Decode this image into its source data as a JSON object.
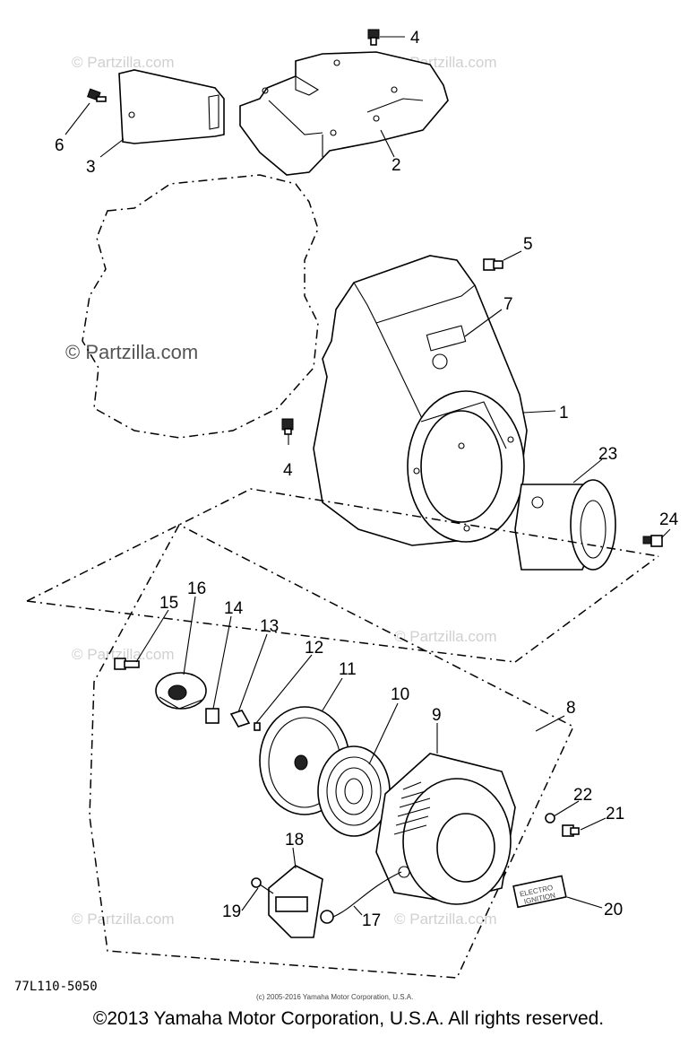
{
  "watermark": {
    "site_text": "© Partzilla.com",
    "faint_text": "© Partzilla.com"
  },
  "diagram": {
    "drawing_code": "77L110-5050",
    "small_copyright": "(c) 2005-2016 Yamaha Motor Corporation, U.S.A.",
    "label_plate_line1": "ELECTRO",
    "label_plate_line2": "IGNITION"
  },
  "callouts": [
    "4",
    "6",
    "3",
    "2",
    "5",
    "7",
    "1",
    "4",
    "23",
    "24",
    "15",
    "16",
    "14",
    "13",
    "12",
    "11",
    "10",
    "9",
    "8",
    "22",
    "21",
    "18",
    "19",
    "17",
    "20"
  ],
  "footer": {
    "copyright": "©2013 Yamaha Motor Corporation, U.S.A. All rights reserved."
  }
}
